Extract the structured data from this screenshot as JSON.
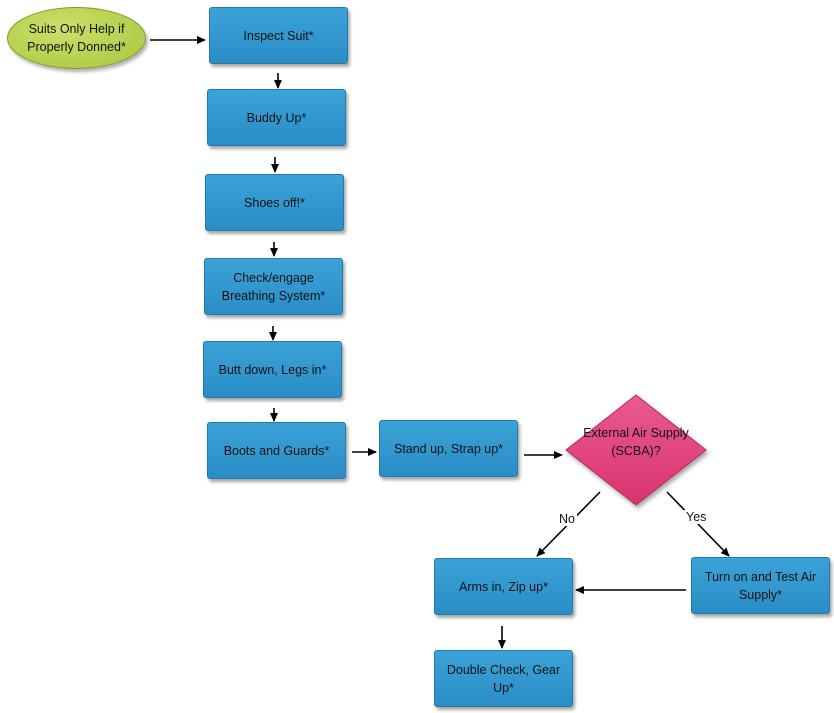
{
  "start": {
    "label": "Suits Only Help if Properly Donned*"
  },
  "steps": {
    "inspect": "Inspect Suit*",
    "buddy": "Buddy Up*",
    "shoes": "Shoes off!*",
    "breathing": "Check/engage Breathing System*",
    "butt": "Butt down, Legs in*",
    "boots": "Boots and Guards*",
    "stand": "Stand up, Strap up*",
    "arms": "Arms in, Zip up*",
    "double": "Double Check, Gear Up*",
    "turnon": "Turn on and Test Air Supply*"
  },
  "decision": {
    "label": "External Air Supply (SCBA)?"
  },
  "edges": {
    "no": "No",
    "yes": "Yes"
  },
  "colors": {
    "box": "#3399cc",
    "start": "#b5d04a",
    "decision": "#e0417f"
  }
}
